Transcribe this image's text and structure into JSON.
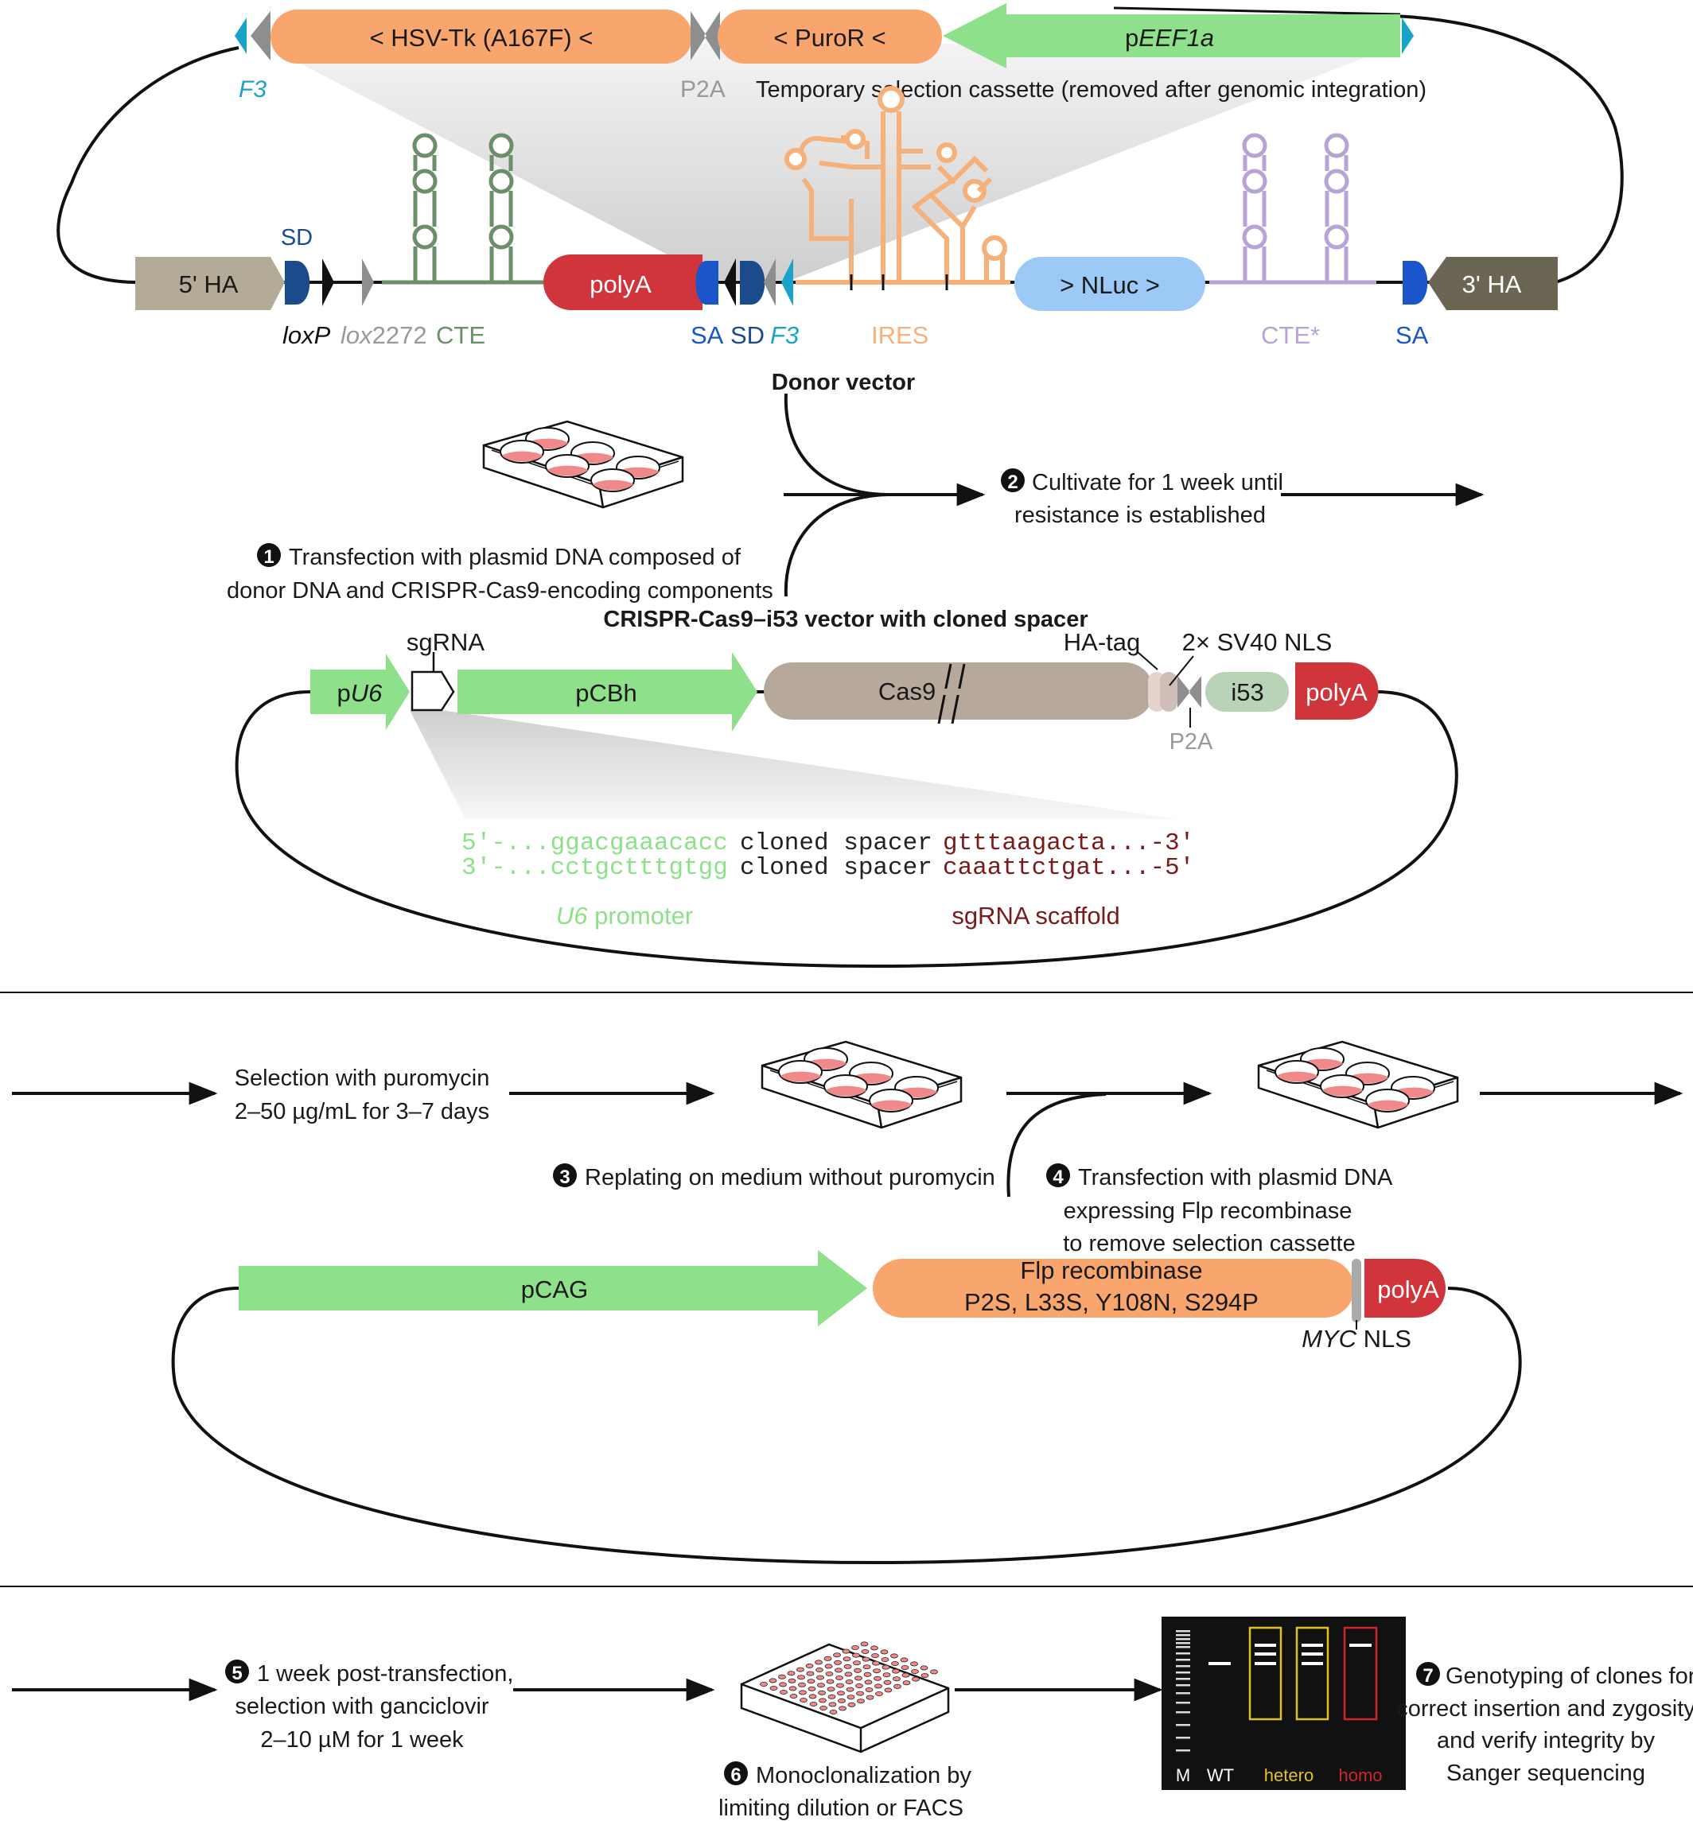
{
  "donor": {
    "temp_parts": {
      "hsv_tk": "< HSV-Tk (A167F) <",
      "puror": "< PuroR <",
      "peef1a_p": "p",
      "peef1a_i": "EEF1a"
    },
    "f3_top": "F3",
    "p2a_top": "P2A",
    "temp_caption": "Temporary selection cassette (removed after genomic integration)",
    "sd_top": "SD",
    "parts": {
      "ha5": "5' HA",
      "polya": "polyA",
      "nluc": "> NLuc >",
      "ha3": "3' HA"
    },
    "bottom_labels": {
      "loxp": "loxP",
      "lox2272_i": "lox",
      "lox2272_n": "2272",
      "cte": "CTE",
      "sa": "SA",
      "sd": "SD",
      "f3": "F3",
      "ires": "IRES",
      "cte_star": "CTE*",
      "sa2": "SA"
    },
    "title": "Donor vector"
  },
  "steps": {
    "s1_num": "1",
    "s1_line1": "Transfection with plasmid DNA composed of",
    "s1_line2": "donor DNA and CRISPR-Cas9-encoding components",
    "s2_num": "2",
    "s2_line1": "Cultivate for 1 week until",
    "s2_line2": "resistance is established",
    "sel_line1": "Selection with puromycin",
    "sel_line2": "2–50 µg/mL for 3–7 days",
    "s3_num": "3",
    "s3_text": "Replating on medium without puromycin",
    "s4_num": "4",
    "s4_line1": "Transfection with plasmid DNA",
    "s4_line2": "expressing Flp recombinase",
    "s4_line3": "to remove selection cassette",
    "s5_num": "5",
    "s5_line1": "1 week post-transfection,",
    "s5_line2": "selection with ganciclovir",
    "s5_line3": "2–10 µM for 1 week",
    "s6_num": "6",
    "s6_line1": "Monoclonalization by",
    "s6_line2": "limiting dilution or FACS",
    "s7_num": "7",
    "s7_line1": "Genotyping of clones for",
    "s7_line2": "correct insertion and zygosity",
    "s7_line3": "and verify integrity by",
    "s7_line4": "Sanger sequencing"
  },
  "crispr": {
    "title": "CRISPR-Cas9–i53 vector with cloned spacer",
    "sgrna": "sgRNA",
    "pu6_p": "p",
    "pu6_i": "U6",
    "pcbh": "pCBh",
    "cas9": "Cas9",
    "ha_tag": "HA-tag",
    "nls": "2× SV40 NLS",
    "i53": "i53",
    "polya": "polyA",
    "p2a": "P2A",
    "seq1_a": "5'-...ggacgaaacacc",
    "seq1_b": "cloned spacer",
    "seq1_c": "gtttaagacta...-3'",
    "seq2_a": "3'-...cctgctttgtgg",
    "seq2_b": "cloned spacer",
    "seq2_c": "caaattctgat...-5'",
    "u6_prom_i": "U6",
    "u6_prom_n": "promoter",
    "scaffold": "sgRNA scaffold"
  },
  "flp": {
    "pcag": "pCAG",
    "flp_line1": "Flp recombinase",
    "flp_line2": "P2S, L33S, Y108N, S294P",
    "polya": "polyA",
    "myc_i": "MYC",
    "myc_n": "NLS"
  },
  "gel": {
    "m": "M",
    "wt": "WT",
    "hetero": "hetero",
    "homo": "homo"
  },
  "colors": {
    "green": "#8ee08a",
    "orange": "#f8a66e",
    "red": "#d0353b",
    "blue": "#9cc9f5",
    "cyan": "#1aa3c8",
    "darkblue": "#1c4b8c",
    "cte_green": "#6b8f6a",
    "ires_orange": "#f6b07a",
    "cte_purple": "#b7a4d6",
    "ha_tan": "#b3ab97",
    "ha_dark": "#6b6553",
    "cas9": "#b6a89b",
    "i53": "#b9d3b8",
    "scaffold": "#7a1a1a",
    "gel_yellow": "#e0c12a",
    "gel_red": "#d0262b"
  }
}
